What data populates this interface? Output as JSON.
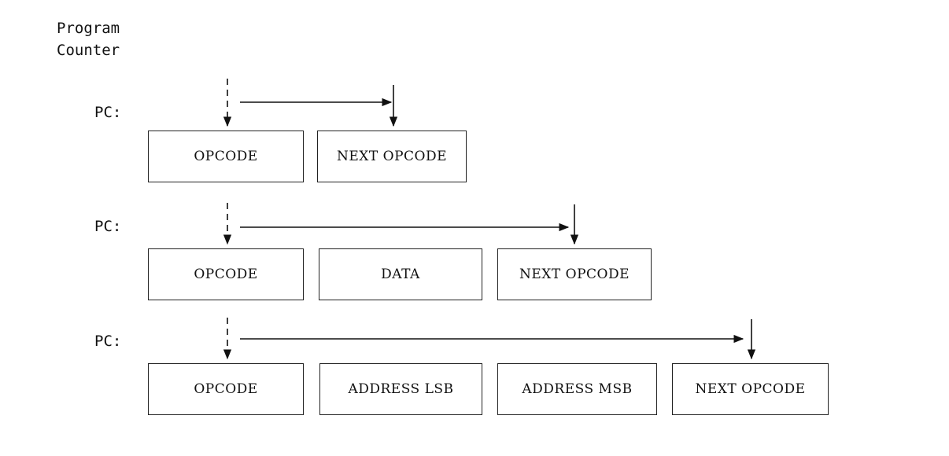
{
  "header": {
    "title_line1": "Program",
    "title_line2": "Counter"
  },
  "rows": [
    {
      "pc_label": "PC:",
      "boxes": [
        "OPCODE",
        "NEXT OPCODE"
      ]
    },
    {
      "pc_label": "PC:",
      "boxes": [
        "OPCODE",
        "DATA",
        "NEXT OPCODE"
      ]
    },
    {
      "pc_label": "PC:",
      "boxes": [
        "OPCODE",
        "ADDRESS LSB",
        "ADDRESS MSB",
        "NEXT OPCODE"
      ]
    }
  ]
}
